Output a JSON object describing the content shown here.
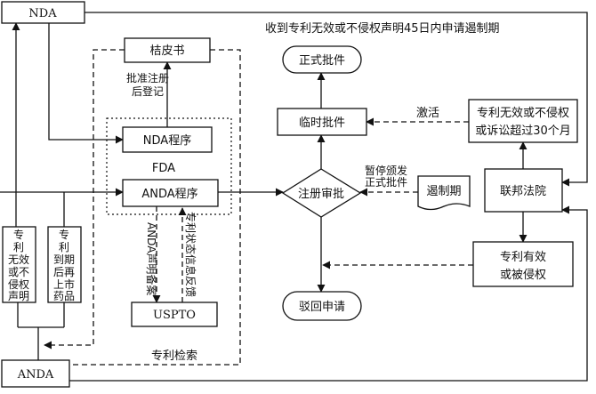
{
  "nodes": {
    "nda": "NDA",
    "anda": "ANDA",
    "orange_book": "桔皮书",
    "nda_program": "NDA程序",
    "anda_program": "ANDA程序",
    "fda": "FDA",
    "uspto": "USPTO",
    "formal_approval": "正式批件",
    "temporary_approval": "临时批件",
    "registration_review": "注册审批",
    "reject_application": "驳回申请",
    "federal_court": "联邦法院",
    "stay_period": "遏制期",
    "patent_invalid_or_court": [
      "专利无效或不侵权",
      "或诉讼超过30个月"
    ],
    "patent_valid_infringed": [
      "专利有效",
      "或被侵权"
    ],
    "patent_invalid_statement": [
      "专",
      "利",
      "无效",
      "或不",
      "侵权",
      "声明"
    ],
    "patent_expiry_market": [
      "专",
      "利",
      "到期",
      "后再",
      "上市",
      "药品"
    ]
  },
  "labels": {
    "top_note": "收到专利无效或不侵权声明45日内申请遏制期",
    "after_approval_register": [
      "批准注册",
      "后登记"
    ],
    "activate": "激活",
    "suspend_formal": [
      "暂停颁发",
      "正式批件"
    ],
    "anda_statement": "ANDA声明备案",
    "patent_status_feedback": "专利状态信息反馈",
    "patent_search": "专利检索"
  },
  "colors": {
    "line": "#111111",
    "background": "#ffffff"
  }
}
